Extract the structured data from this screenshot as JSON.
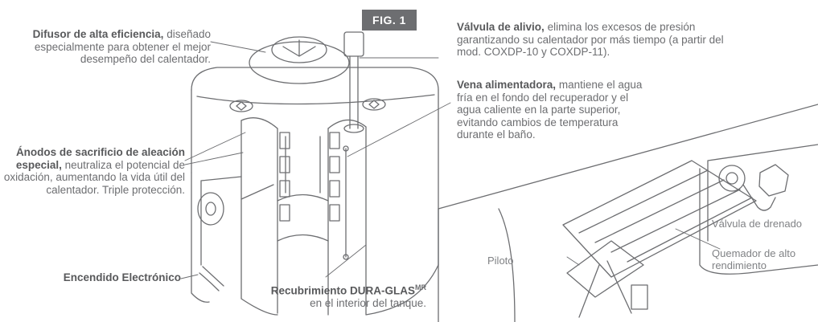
{
  "fig_badge": "FIG. 1",
  "callouts": {
    "difusor": {
      "title": "Difusor de alta eficiencia,",
      "text": "diseñado especialmente para obtener el mejor desempeño del calentador."
    },
    "anodos": {
      "title": "Ánodos de sacrificio de aleación especial,",
      "text": "neutraliza el potencial de oxidación, aumentando la vida útil del calentador. Triple protección."
    },
    "encendido": {
      "title": "Encendido Electrónico"
    },
    "recubrimiento": {
      "title": "Recubrimiento DURA-GLAS",
      "superscript": "MR",
      "text": "en el interior del tanque."
    },
    "valvula_alivio": {
      "title": "Válvula de alivio,",
      "text": "elimina los excesos de presión garantizando su calentador por más tiempo (a partir del mod. COXDP-10 y COXDP-11)."
    },
    "vena": {
      "title": "Vena alimentadora,",
      "text": "mantiene el agua fría en el fondo del recuperador y el agua caliente en la parte superior, evitando cambios de temperatura durante el baño."
    }
  },
  "inset_labels": {
    "piloto": "Piloto",
    "valvula_drenado": "Válvula de drenado",
    "quemador": "Quemador de alto rendimiento"
  },
  "colors": {
    "line": "#6d6e71",
    "badge": "#6d6e71",
    "text": "#6d6e71"
  }
}
